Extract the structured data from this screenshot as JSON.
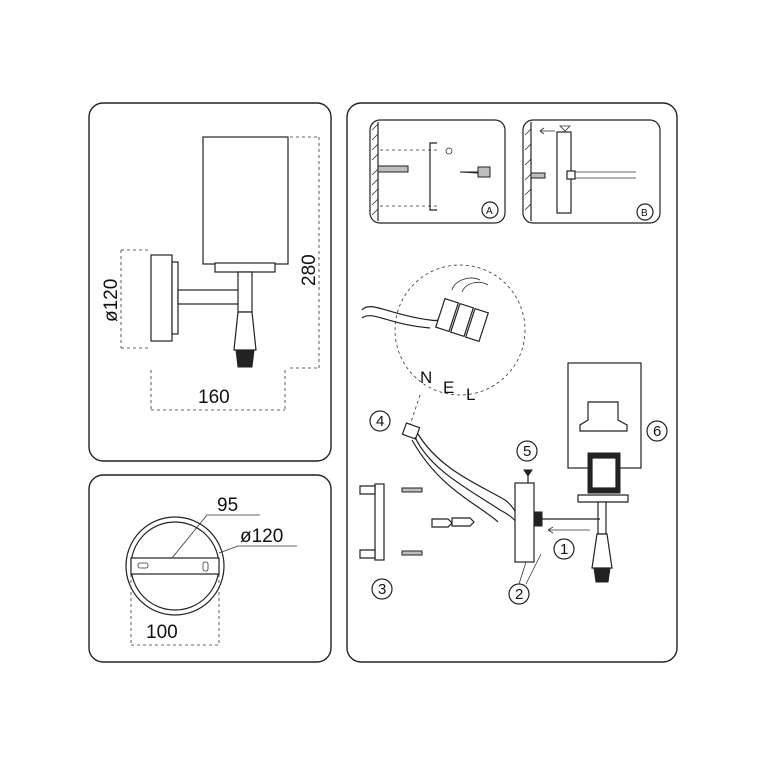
{
  "dimensions": {
    "diameter_side": "ø120",
    "height": "280",
    "depth": "160",
    "bracket_width": "95",
    "diameter_plate": "ø120",
    "plate_width": "100"
  },
  "callouts": {
    "step_1": "1",
    "step_2": "2",
    "step_3": "3",
    "step_4": "4",
    "step_5": "5",
    "step_6": "6",
    "detail_a": "A",
    "detail_b": "B"
  },
  "wiring_labels": {
    "neutral": "N",
    "earth": "E",
    "live": "L"
  }
}
